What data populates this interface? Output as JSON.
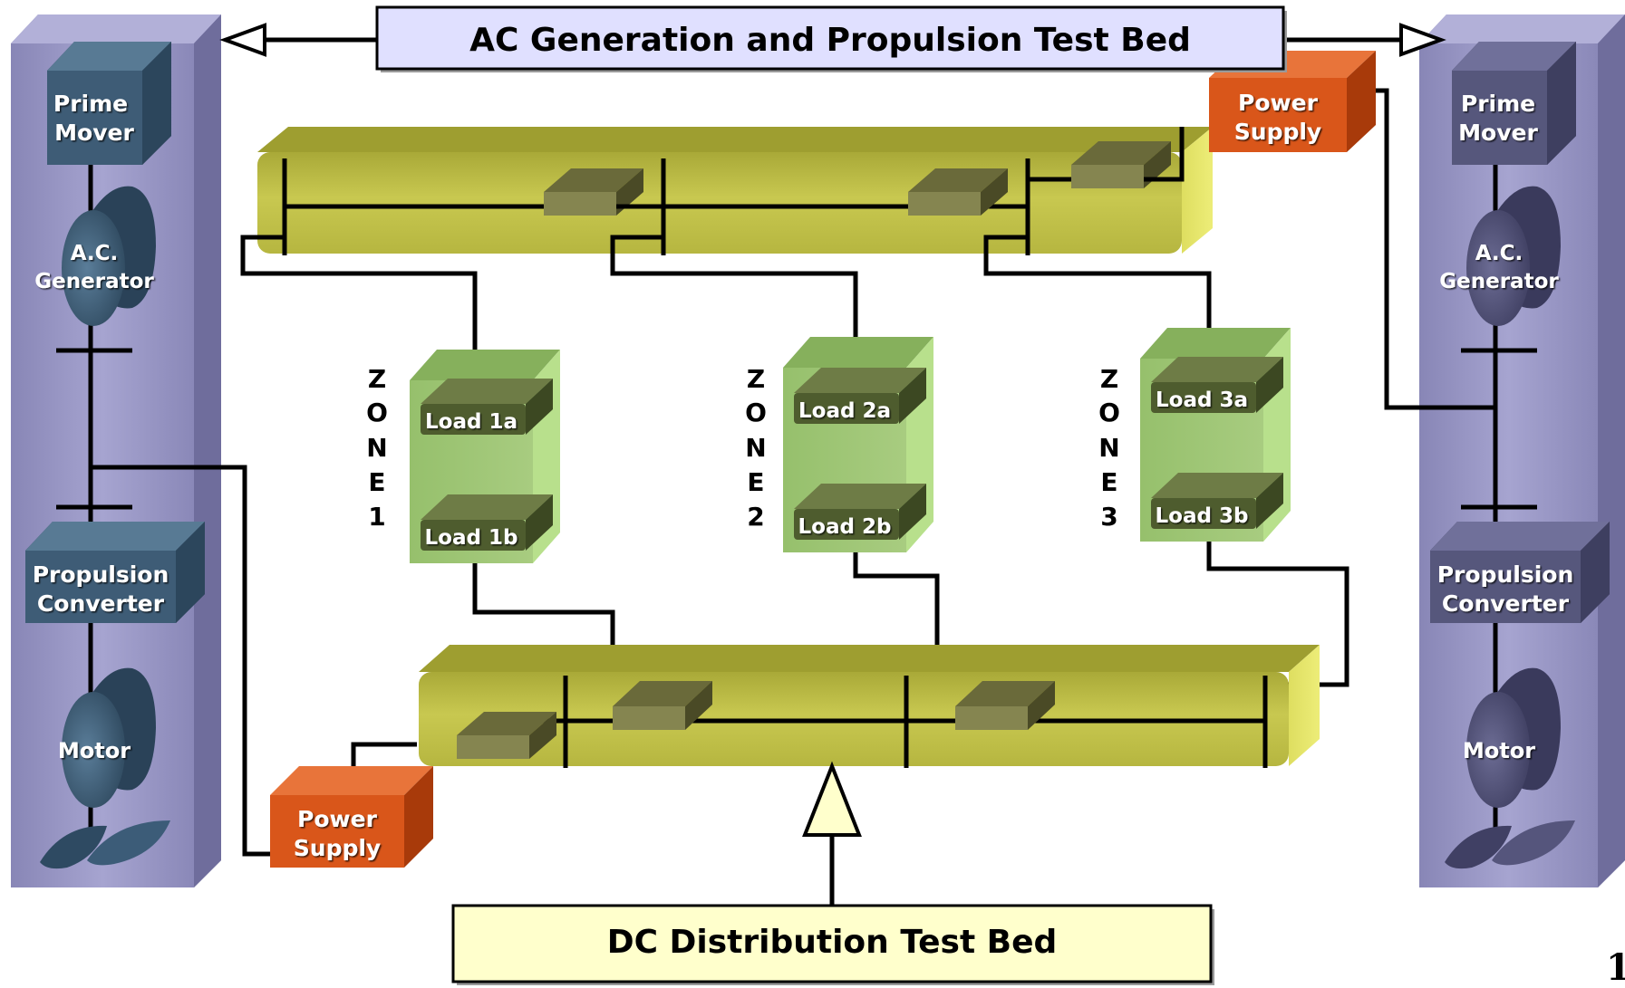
{
  "titles": {
    "ac_testbed": "AC Generation and Propulsion Test Bed",
    "dc_testbed": "DC Distribution Test Bed"
  },
  "left_unit": {
    "prime_mover": [
      "Prime",
      "Mover"
    ],
    "generator": [
      "A.C.",
      "Generator"
    ],
    "converter": [
      "Propulsion",
      "Converter"
    ],
    "motor": "Motor"
  },
  "right_unit": {
    "prime_mover": [
      "Prime",
      "Mover"
    ],
    "generator": [
      "A.C.",
      "Generator"
    ],
    "converter": [
      "Propulsion",
      "Converter"
    ],
    "motor": "Motor"
  },
  "power_supply_top": [
    "Power",
    "Supply"
  ],
  "power_supply_bottom": [
    "Power",
    "Supply"
  ],
  "zones": [
    {
      "letters": [
        "Z",
        "O",
        "N",
        "E",
        "1"
      ],
      "loads": [
        "Load 1a",
        "Load 1b"
      ]
    },
    {
      "letters": [
        "Z",
        "O",
        "N",
        "E",
        "2"
      ],
      "loads": [
        "Load 2a",
        "Load 2b"
      ]
    },
    {
      "letters": [
        "Z",
        "O",
        "N",
        "E",
        "3"
      ],
      "loads": [
        "Load 3a",
        "Load 3b"
      ]
    }
  ],
  "page_number": "1",
  "colors": {
    "unit_panel": "#9a98c4",
    "left_box": "#3f5f7a",
    "right_box": "#55567a",
    "ac_bus": "#c2c24a",
    "power_supply": "#d9561a",
    "zone_block": "#a2c878",
    "load_box": "#5a6a38",
    "ac_title_bg": "#e0e0ff",
    "dc_title_bg": "#ffffcc"
  }
}
